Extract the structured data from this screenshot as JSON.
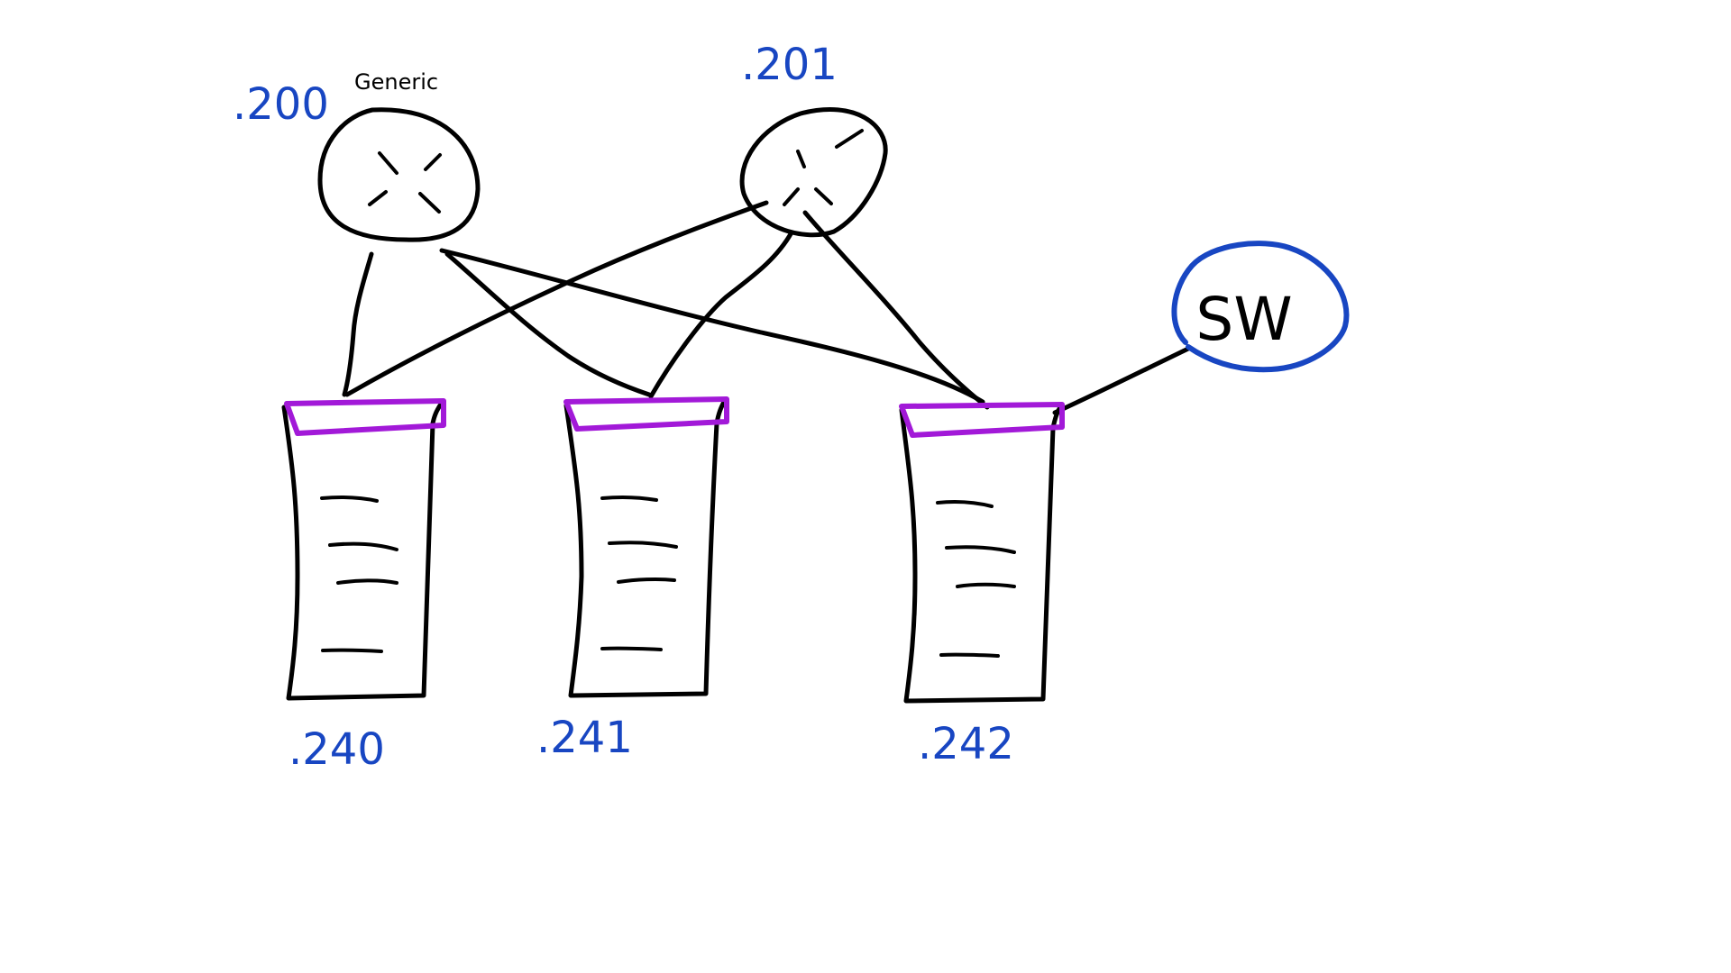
{
  "colors": {
    "ink": "#000000",
    "label_blue": "#1846c2",
    "server_cap": "#a219d8",
    "switch_ring": "#1846c2",
    "background": "#ffffff"
  },
  "routers": [
    {
      "id": "r200",
      "label": ".200",
      "caption": "Generic",
      "icon": "router-icon"
    },
    {
      "id": "r201",
      "label": ".201",
      "caption": "",
      "icon": "router-icon"
    }
  ],
  "servers": [
    {
      "id": "s240",
      "label": ".240",
      "icon": "server-icon"
    },
    {
      "id": "s241",
      "label": ".241",
      "icon": "server-icon"
    },
    {
      "id": "s242",
      "label": ".242",
      "icon": "server-icon"
    }
  ],
  "switch": {
    "label": "SW",
    "icon": "switch-icon"
  },
  "links": [
    [
      "r200",
      "s240"
    ],
    [
      "r200",
      "s241"
    ],
    [
      "r200",
      "s242"
    ],
    [
      "r201",
      "s240"
    ],
    [
      "r201",
      "s241"
    ],
    [
      "r201",
      "s242"
    ],
    [
      "switch",
      "s242"
    ]
  ]
}
